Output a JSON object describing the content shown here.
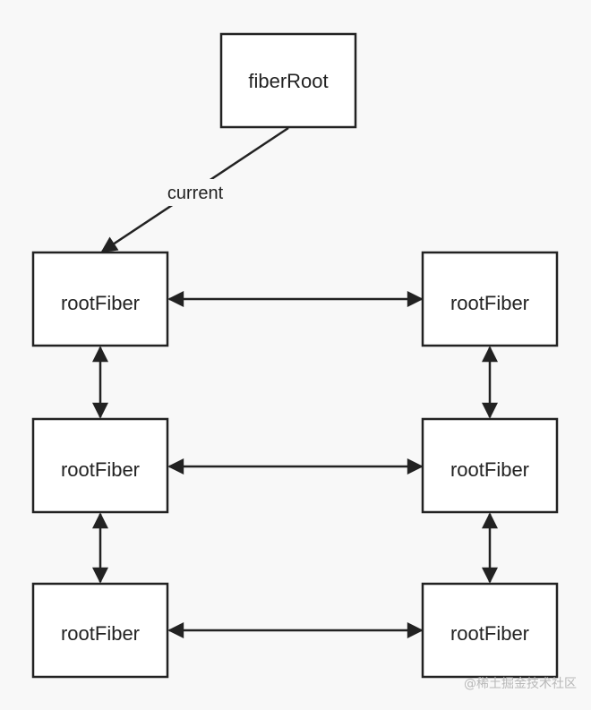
{
  "nodes": {
    "fiber_root": {
      "label": "fiberRoot"
    },
    "left_top": {
      "label": "rootFiber"
    },
    "right_top": {
      "label": "rootFiber"
    },
    "left_middle": {
      "label": "rootFiber"
    },
    "right_middle": {
      "label": "rootFiber"
    },
    "left_bottom": {
      "label": "rootFiber"
    },
    "right_bottom": {
      "label": "rootFiber"
    }
  },
  "edges": {
    "current_label": "current"
  },
  "watermark": "@稀土掘金技术社区",
  "colors": {
    "background": "#f8f8f8",
    "stroke": "#222222",
    "box_fill": "#ffffff",
    "watermark": "#b8b8b8"
  }
}
